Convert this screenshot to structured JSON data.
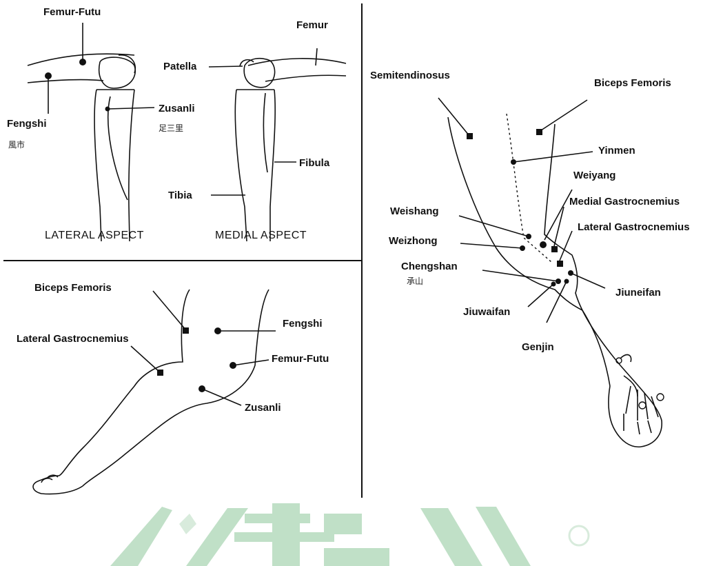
{
  "panel_top_left": {
    "labels": {
      "femur_futu": "Femur-Futu",
      "femur": "Femur",
      "patella": "Patella",
      "zusanli": "Zusanli",
      "zusanli_cjk": "足三里",
      "fengshi": "Fengshi",
      "fengshi_cjk": "風市",
      "fibula": "Fibula",
      "tibia": "Tibia"
    },
    "captions": {
      "lateral": "LATERAL  ASPECT",
      "medial": "MEDIAL ASPECT"
    }
  },
  "panel_bottom_left": {
    "labels": {
      "biceps_femoris": "Biceps Femoris",
      "fengshi": "Fengshi",
      "lateral_gastrocnemius": "Lateral Gastrocnemius",
      "femur_futu": "Femur-Futu",
      "zusanli": "Zusanli"
    }
  },
  "panel_right": {
    "labels": {
      "semitendinosus": "Semitendinosus",
      "biceps_femoris": "Biceps Femoris",
      "yinmen": "Yinmen",
      "weiyang": "Weiyang",
      "medial_gastrocnemius": "Medial Gastrocnemius",
      "lateral_gastrocnemius": "Lateral Gastrocnemius",
      "weishang": "Weishang",
      "weizhong": "Weizhong",
      "chengshan": "Chengshan",
      "chengshan_cjk": "承山",
      "jiuneifan": "Jiuneifan",
      "jiuwaifan": "Jiuwaifan",
      "genjin": "Genjin"
    }
  },
  "watermark": {
    "color": "#3f9a4f"
  }
}
